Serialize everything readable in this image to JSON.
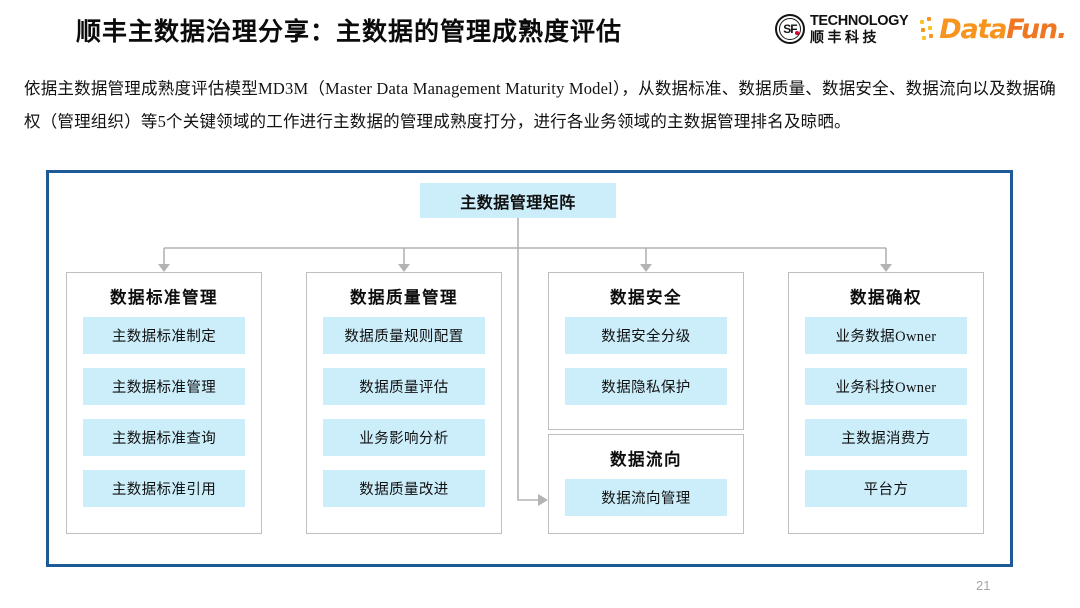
{
  "slide": {
    "title": "顺丰主数据治理分享：主数据的管理成熟度评估",
    "page_number": "21",
    "intro_paragraph": "依据主数据管理成熟度评估模型MD3M（Master Data Management Maturity Model），从数据标准、数据质量、数据安全、数据流向以及数据确权（管理组织）等5个关键领域的工作进行主数据的管理成熟度打分，进行各业务领域的主数据管理排名及晾晒。"
  },
  "logos": {
    "sf": {
      "mark_text": "SF",
      "english": "TECHNOLOGY",
      "chinese": "顺丰科技"
    },
    "datafun": {
      "part1": "Data",
      "part2": "Fun."
    }
  },
  "colors": {
    "frame_blue": "#1e5b96",
    "chip_blue": "#cceefb",
    "box_border_gray": "#bfbfbf",
    "connector_gray": "#b3b3b3",
    "page_number_gray": "#a6a6a6",
    "accent_orange": "#f7941e",
    "accent_red": "#d6002a"
  },
  "diagram": {
    "type": "org-chart",
    "root": {
      "label": "主数据管理矩阵"
    },
    "columns": [
      {
        "id": "data-standard",
        "title": "数据标准管理",
        "items": [
          "主数据标准制定",
          "主数据标准管理",
          "主数据标准查询",
          "主数据标准引用"
        ]
      },
      {
        "id": "data-quality",
        "title": "数据质量管理",
        "items": [
          "数据质量规则配置",
          "数据质量评估",
          "业务影响分析",
          "数据质量改进"
        ]
      },
      {
        "id": "data-security",
        "title": "数据安全",
        "items": [
          "数据安全分级",
          "数据隐私保护"
        ]
      },
      {
        "id": "data-flow",
        "title": "数据流向",
        "items": [
          "数据流向管理"
        ]
      },
      {
        "id": "data-ownership",
        "title": "数据确权",
        "items": [
          "业务数据Owner",
          "业务科技Owner",
          "主数据消费方",
          "平台方"
        ]
      }
    ]
  }
}
